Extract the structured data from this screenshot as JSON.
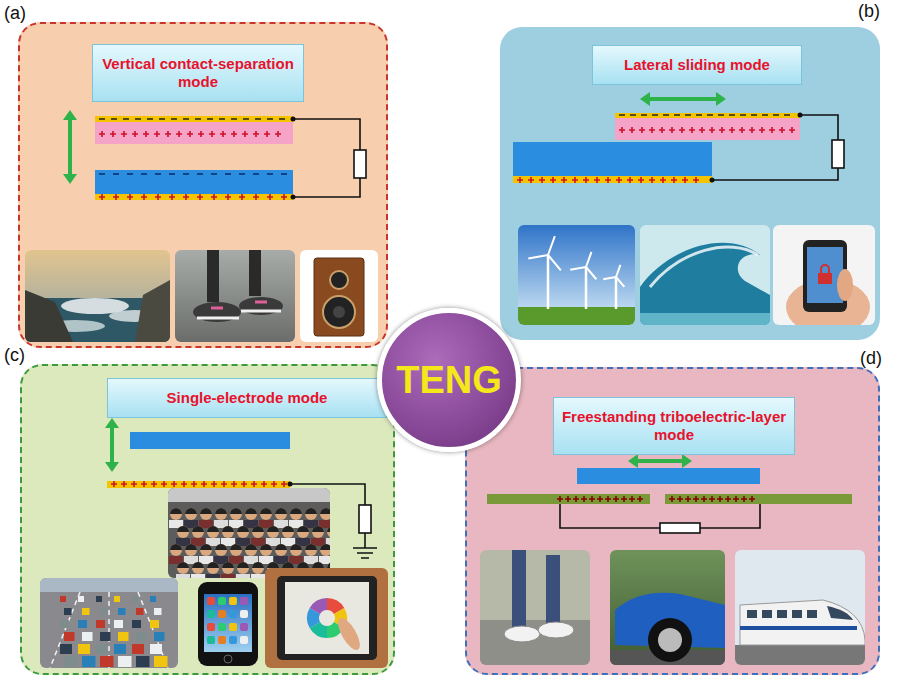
{
  "diagram": {
    "nodes": [
      {
        "text": [
          "(a)"
        ]
      },
      {
        "text": [
          "Vertical contact-separation mode"
        ],
        "in": 0
      },
      {
        "text": [
          "(b)"
        ]
      },
      {
        "text": [
          "Lateral sliding mode"
        ],
        "in": 2
      },
      {
        "text": [
          "TENG"
        ]
      },
      {
        "text": [
          "(c)"
        ]
      },
      {
        "text": [
          "Single-electrode mode"
        ],
        "in": 5
      },
      {
        "text": [
          "(d)"
        ]
      },
      {
        "text": [
          "Freestanding triboelectric-layer mode"
        ],
        "in": 7
      }
    ]
  }
}
